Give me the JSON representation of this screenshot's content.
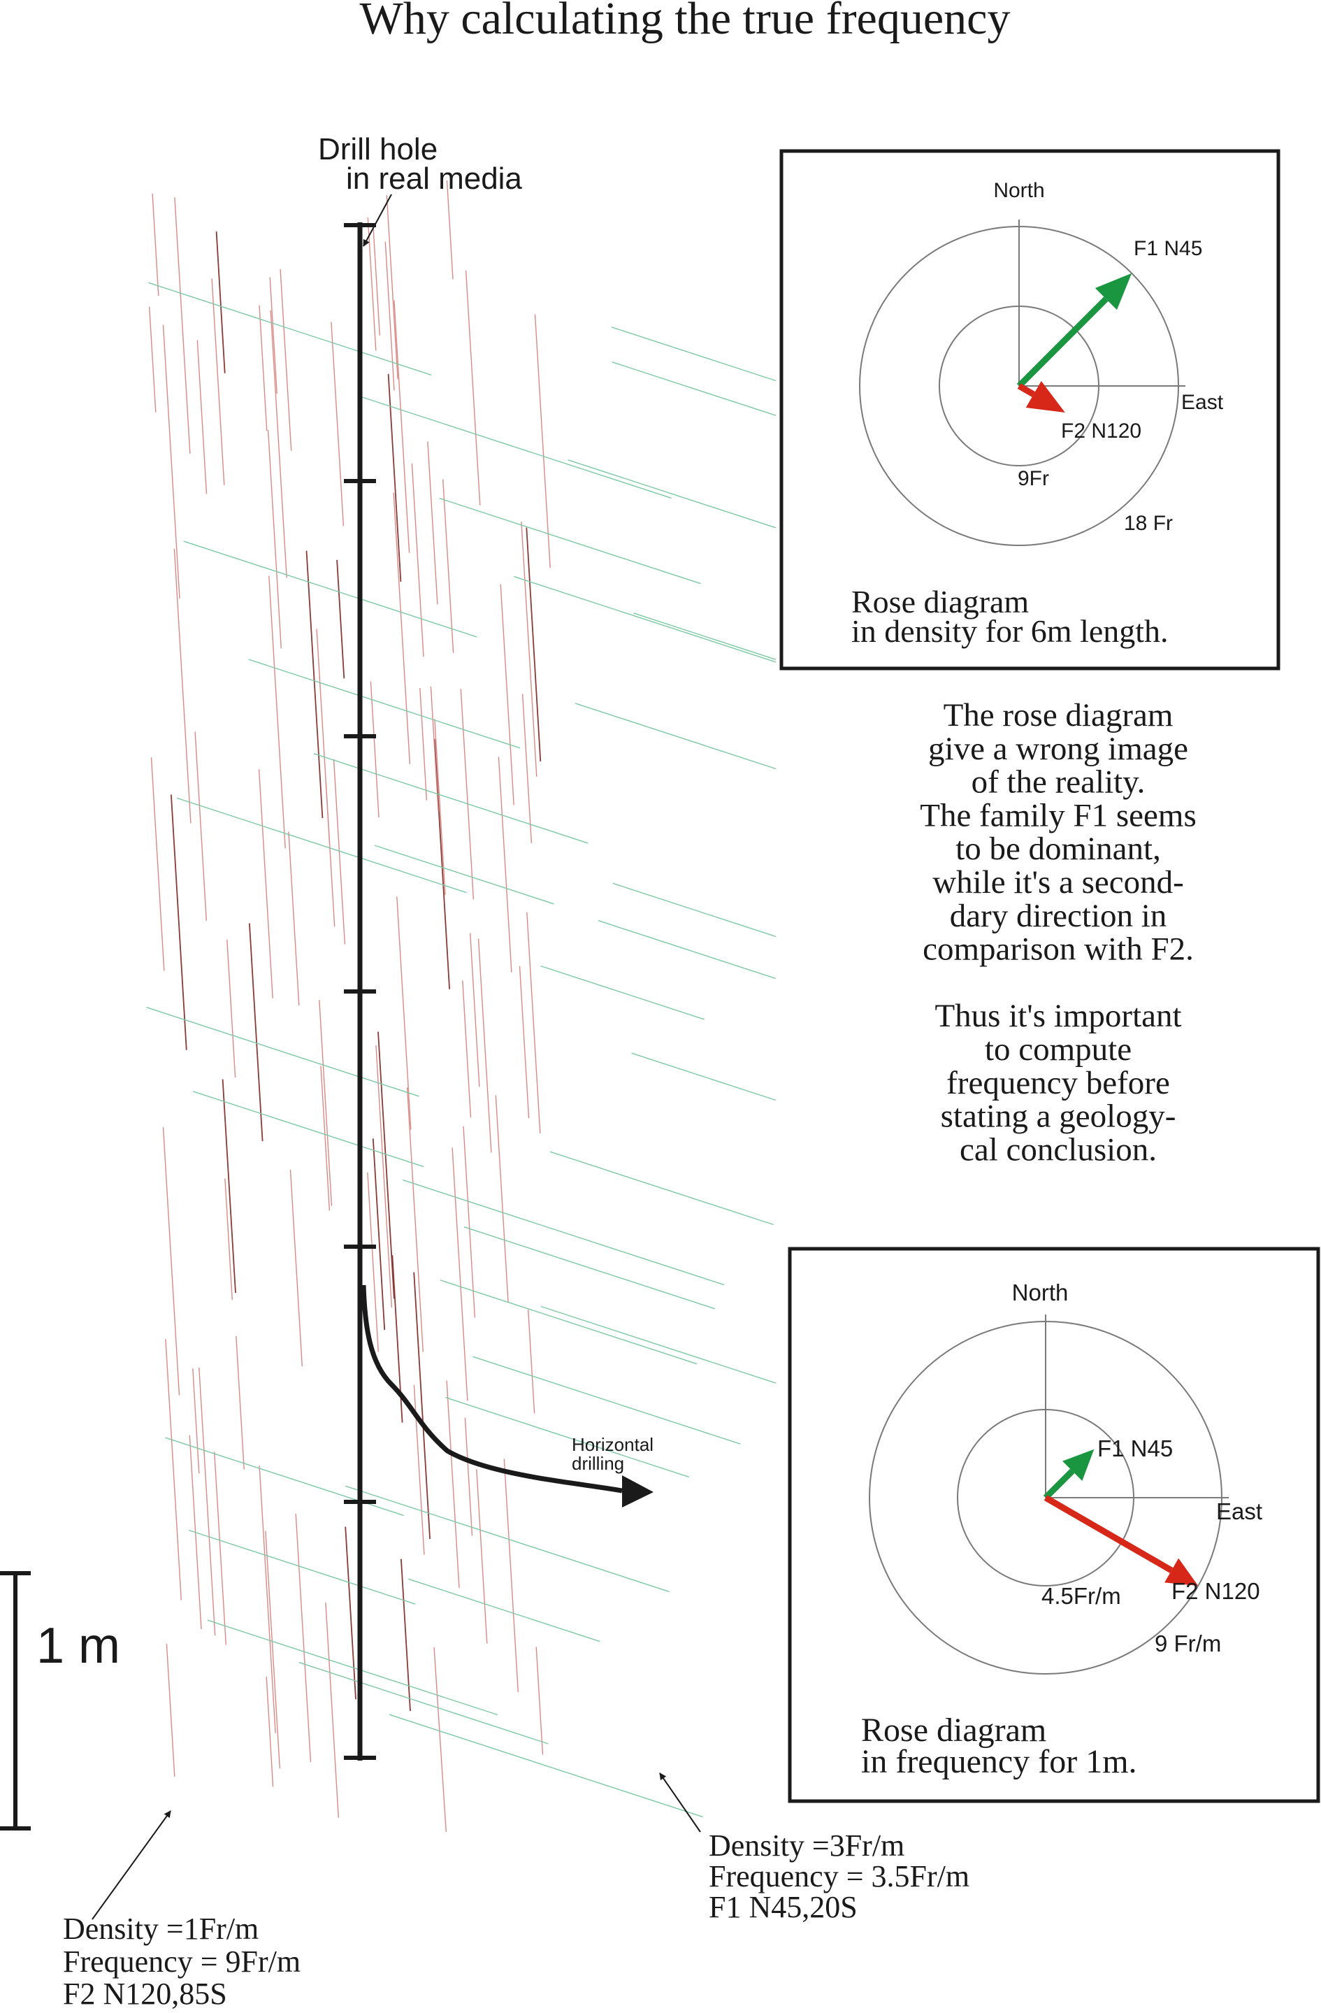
{
  "title": "Why  calculating  the  true  frequency",
  "drill_hole": {
    "label_line1": "Drill hole",
    "label_line2": "in  real  media",
    "branch_label_line1": "Horizontal",
    "branch_label_line2": "drilling"
  },
  "scale_bar": {
    "label": "1 m"
  },
  "colors": {
    "f1_arrow": "#1a9641",
    "f2_arrow": "#d62718",
    "f1_traces": "#7cc9a4",
    "f2_traces": "#d98a86",
    "ink": "#1a1a1a"
  },
  "rose_density": {
    "north_label": "North",
    "east_label": "East",
    "f1_label": "F1 N45",
    "f2_label": "F2 N120",
    "inner_ring_label": "9Fr",
    "outer_ring_label": "18 Fr",
    "f1_azimuth_deg": 45,
    "f2_azimuth_deg": 120,
    "ring_values": [
      9,
      18
    ],
    "f1_value": 18,
    "f2_value": 6,
    "caption_line1": "Rose diagram",
    "caption_line2": "in density  for  6m length."
  },
  "rose_frequency": {
    "north_label": "North",
    "east_label": "East",
    "f1_label": "F1 N45",
    "f2_label": "F2 N120",
    "inner_ring_label": "4.5Fr/m",
    "outer_ring_label": "9 Fr/m",
    "f1_azimuth_deg": 45,
    "f2_azimuth_deg": 120,
    "ring_values": [
      4.5,
      9
    ],
    "f1_value": 3.5,
    "f2_value": 9,
    "caption_line1": "Rose diagram",
    "caption_line2": "in frequency  for  1m."
  },
  "explanation": [
    "The rose diagram",
    "give a wrong image",
    "of  the reality.",
    "The family  F1 seems",
    "to be dominant,",
    "while  it's a second-",
    "dary  direction  in",
    "comparison  with  F2.",
    "",
    "Thus  it's  important",
    "to  compute",
    "frequency  before",
    "stating  a geology-",
    "cal conclusion."
  ],
  "f1_note": {
    "line1": "Density =3Fr/m",
    "line2": "Frequency = 3.5Fr/m",
    "line3": "F1 N45,20S"
  },
  "f2_note": {
    "line1": "Density =1Fr/m",
    "line2": "Frequency = 9Fr/m",
    "line3": "F2 N120,85S"
  }
}
